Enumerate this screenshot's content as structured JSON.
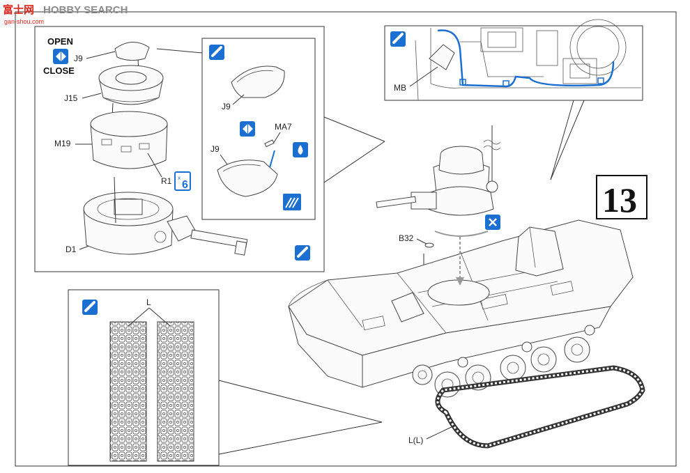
{
  "watermark": {
    "chinese": "富士网",
    "brand": "HOBBY SEARCH",
    "url": "gan-shou.com"
  },
  "step_number": "13",
  "turret_panel": {
    "hatch_open_label": "OPEN",
    "hatch_close_label": "CLOSE",
    "part_hatch": "J9",
    "part_turret_top": "J15",
    "part_turret_ring": "M19",
    "part_rivet": "R1",
    "part_rivet_qty": "6",
    "part_turret_base": "D1"
  },
  "hatch_detail_panel": {
    "part_hatch_open": "J9",
    "part_hatch_closed": "J9",
    "part_handle": "MA7"
  },
  "hull_inset_panel": {
    "part_label": "MB"
  },
  "track_panel": {
    "part_label": "L"
  },
  "main_view": {
    "part_b32": "B32",
    "part_track": "L(L)"
  },
  "colors": {
    "icon_blue": "#1a6fd0",
    "line_ink": "#333333",
    "watermark_red": "#d8261c",
    "watermark_gray": "#8c8c8c"
  }
}
